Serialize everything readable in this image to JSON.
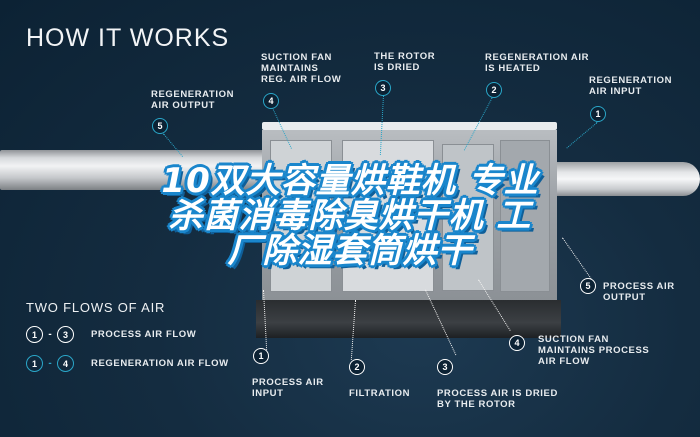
{
  "header": {
    "title": "HOW IT WORKS"
  },
  "overlay_headline": {
    "lines": [
      "10双大容量烘鞋机 专业",
      "杀菌消毒除臭烘干机 工",
      "厂除湿套筒烘干"
    ],
    "fill_color": "#ffffff",
    "stroke_color": "#1a86cc"
  },
  "regeneration_callouts": [
    {
      "number": "5",
      "label": "REGENERATION\nAIR OUTPUT"
    },
    {
      "number": "4",
      "label": "SUCTION FAN\nMAINTAINS\nREG. AIR FLOW"
    },
    {
      "number": "3",
      "label": "THE ROTOR\nIS DRIED"
    },
    {
      "number": "2",
      "label": "REGENERATION AIR\nIS HEATED"
    },
    {
      "number": "1",
      "label": "REGENERATION\nAIR INPUT"
    }
  ],
  "process_callouts": [
    {
      "number": "1",
      "label": "PROCESS AIR\nINPUT"
    },
    {
      "number": "2",
      "label": "FILTRATION"
    },
    {
      "number": "3",
      "label": "PROCESS AIR IS DRIED\nBY THE ROTOR"
    },
    {
      "number": "4",
      "label": "SUCTION FAN\nMAINTAINS PROCESS\nAIR FLOW"
    },
    {
      "number": "5",
      "label": "PROCESS AIR\nOUTPUT"
    }
  ],
  "legend": {
    "title": "TWO FLOWS OF AIR",
    "items": [
      {
        "from": "1",
        "dash": "-",
        "to": "3",
        "label": "PROCESS AIR FLOW",
        "color": "#ffffff"
      },
      {
        "from": "1",
        "dash": "-",
        "to": "4",
        "label": "REGENERATION AIR FLOW",
        "color": "#2aa6c8"
      }
    ]
  },
  "colors": {
    "background": "#0c2234",
    "regeneration_accent": "#2aa6c8",
    "process_accent": "#ffffff",
    "headline_stroke": "#1a86cc"
  }
}
